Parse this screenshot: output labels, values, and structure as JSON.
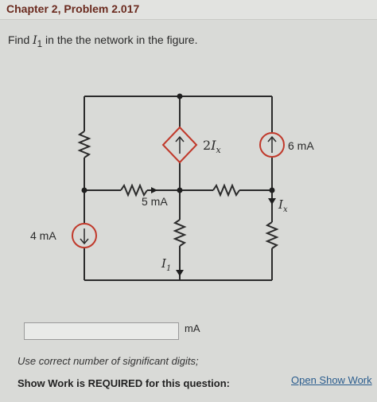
{
  "header": {
    "title": "Chapter 2, Problem 2.017"
  },
  "question": {
    "prefix": "Find ",
    "variable": "I",
    "subscript": "1",
    "suffix": " in the the network in the figure."
  },
  "circuit": {
    "dep_source_label": {
      "coef": "2",
      "var": "I",
      "sub": "x"
    },
    "source_6mA": "6 mA",
    "source_4mA": "4 mA",
    "resistor_label_5mA": "5 mA",
    "ix_label": {
      "var": "I",
      "sub": "x"
    },
    "i1_label": {
      "var": "I",
      "sub": "1"
    }
  },
  "answer": {
    "value": "",
    "unit": "mA"
  },
  "hint": "Use correct number of significant digits;",
  "footer": {
    "show_work_label": "Show Work is REQUIRED for this question:",
    "show_work_link": "Open Show Work"
  },
  "colors": {
    "title": "#6b2b1f",
    "source_red": "#c0392b",
    "link": "#2b5d8e"
  }
}
